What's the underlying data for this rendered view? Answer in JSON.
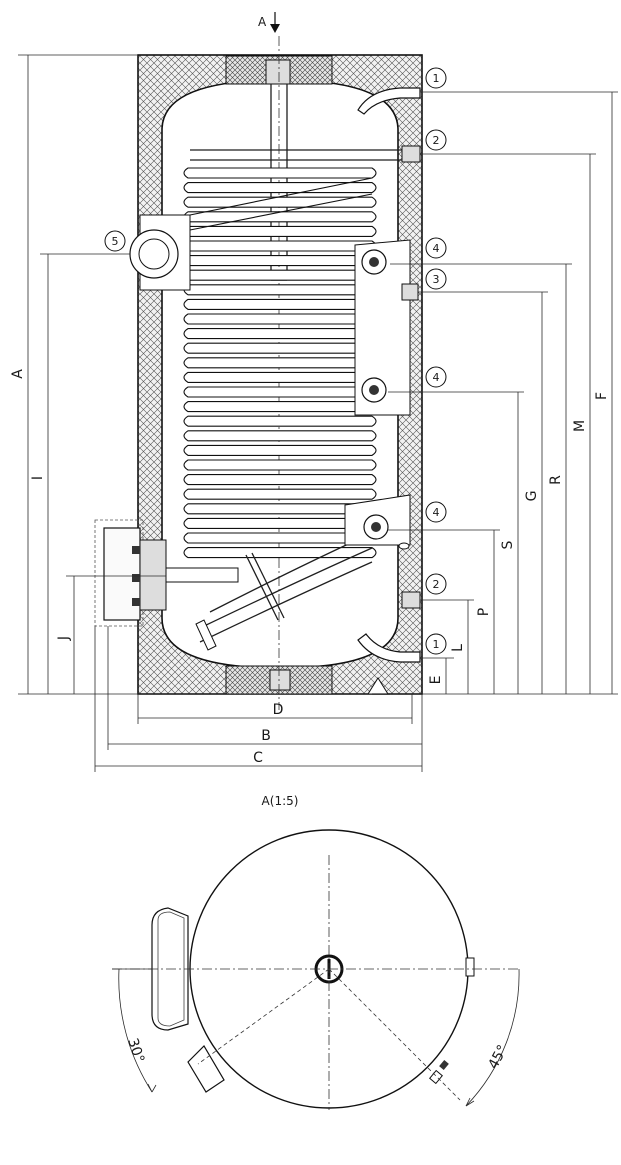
{
  "view_marker": "A",
  "section_title": "A(1:5)",
  "callouts": [
    "1",
    "2",
    "3",
    "4",
    "5"
  ],
  "dimensions": [
    "A",
    "B",
    "C",
    "D",
    "E",
    "F",
    "G",
    "I",
    "J",
    "L",
    "M",
    "P",
    "R",
    "S"
  ],
  "angles": [
    "30°",
    "45°"
  ]
}
